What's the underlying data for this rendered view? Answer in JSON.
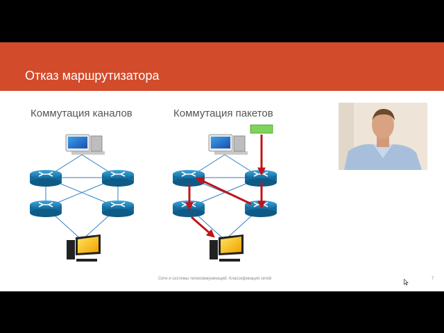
{
  "slide": {
    "title": "Отказ маршрутизатора",
    "left_section_title": "Коммутация каналов",
    "right_section_title": "Коммутация пакетов",
    "footer": "Сети и системы телекоммуникаций. Классификация сетей",
    "page_number": "7"
  },
  "colors": {
    "title_bar": "#d24b2b",
    "router": "#1d88c2",
    "packet": "#7ed35a",
    "arrow": "#c0141b",
    "link": "#2f7fc0"
  }
}
